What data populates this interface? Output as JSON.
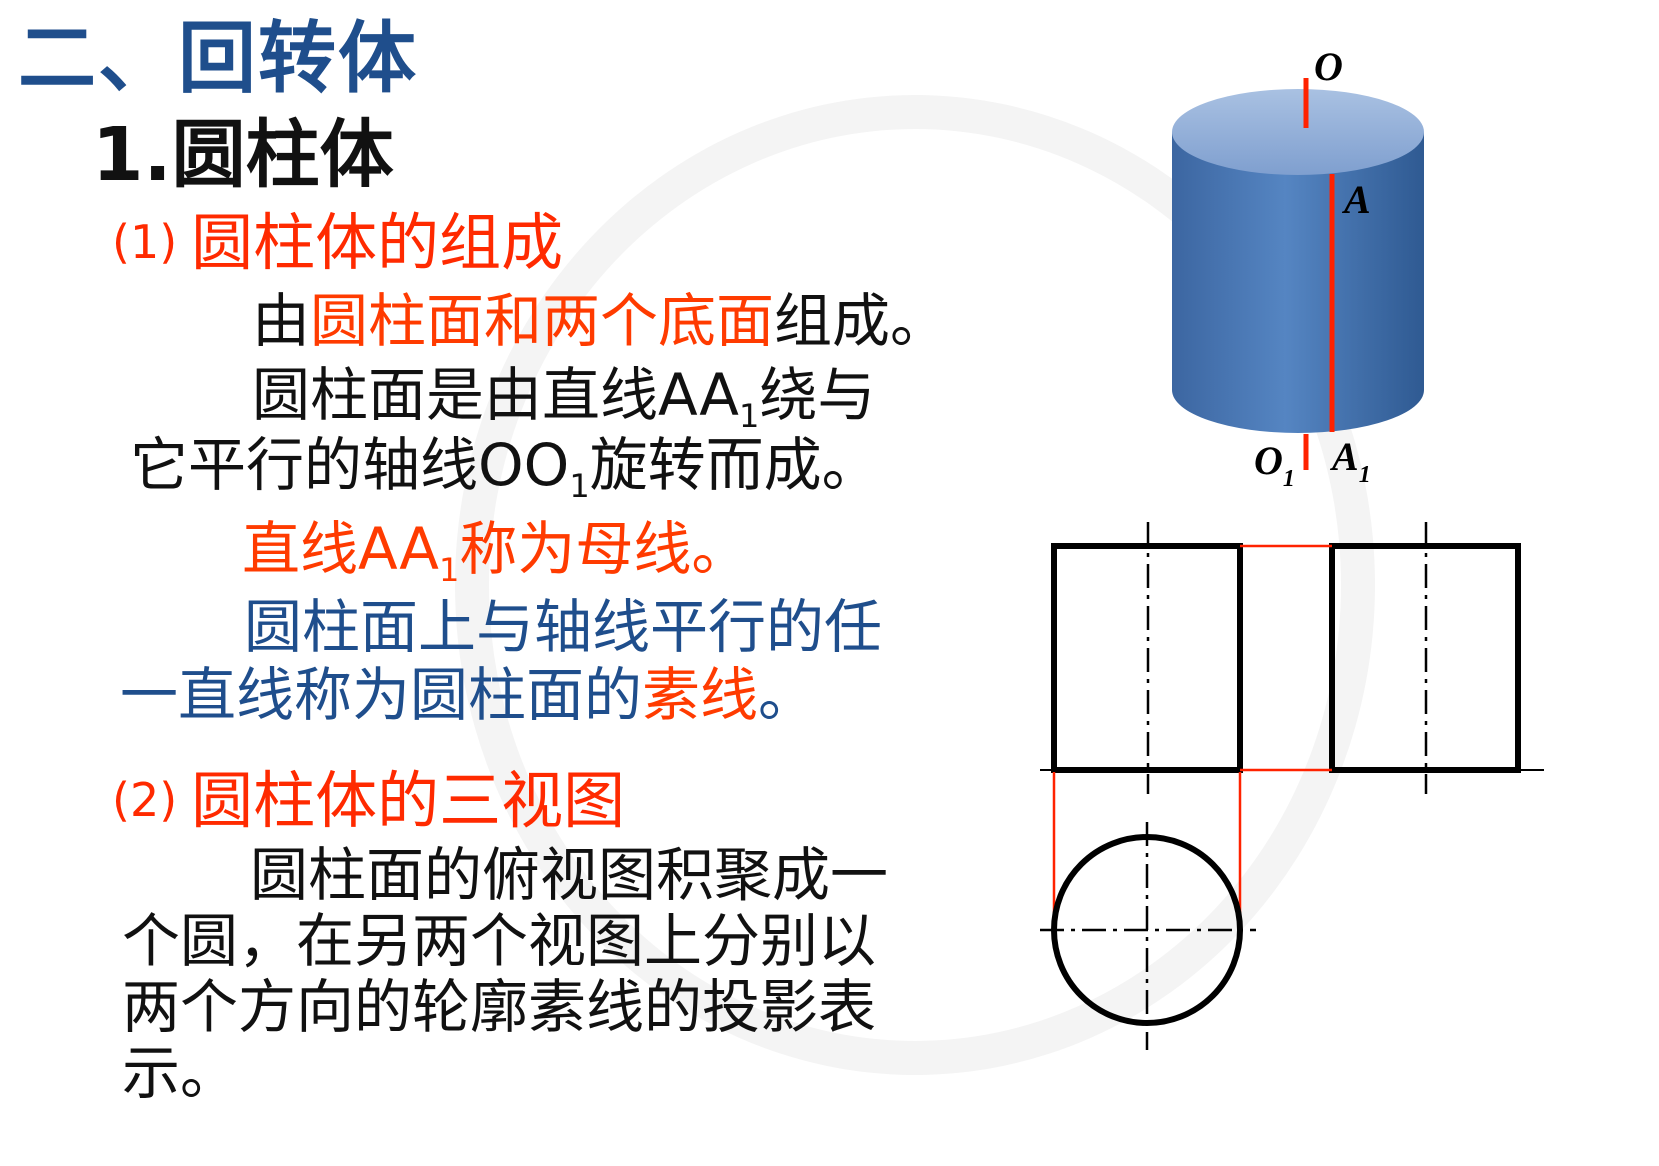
{
  "heading": "二、回转体",
  "subheading": "1.圆柱体",
  "section1": {
    "num": "(1)",
    "title": "圆柱体的组成"
  },
  "para1": {
    "a": "由",
    "b": "圆柱面和两个底面",
    "c": "组成。"
  },
  "para2": {
    "line1_a": "圆柱面是由直线AA",
    "line1_sub": "1",
    "line1_b": "绕与",
    "line2_a": "它平行的轴线OO",
    "line2_sub": "1",
    "line2_b": "旋转而成。"
  },
  "para3": {
    "a": "直线AA",
    "sub": "1",
    "b": "称为母线。"
  },
  "para4": {
    "line1": "圆柱面上与轴线平行的任",
    "line2_a": "一直线称为圆柱面的",
    "line2_b": "素线",
    "line2_c": "。"
  },
  "section2": {
    "num": "(2)",
    "title": "圆柱体的三视图"
  },
  "para5": {
    "line1": "圆柱面的俯视图积聚成一",
    "line2": "个圆，在另两个视图上分别以",
    "line3": "两个方向的轮廓素线的投影表",
    "line4": "示。"
  },
  "cylinder_labels": {
    "o_top": "O",
    "a_top": "A",
    "o_bottom": "O",
    "o_bottom_sub": "1",
    "a_bottom": "A",
    "a_bottom_sub": "1"
  },
  "colors": {
    "heading": "#1f4e8c",
    "red": "#ff3b00",
    "cylinder": "#4a79b6",
    "line": "#000000",
    "projection": "#ff2a00"
  }
}
